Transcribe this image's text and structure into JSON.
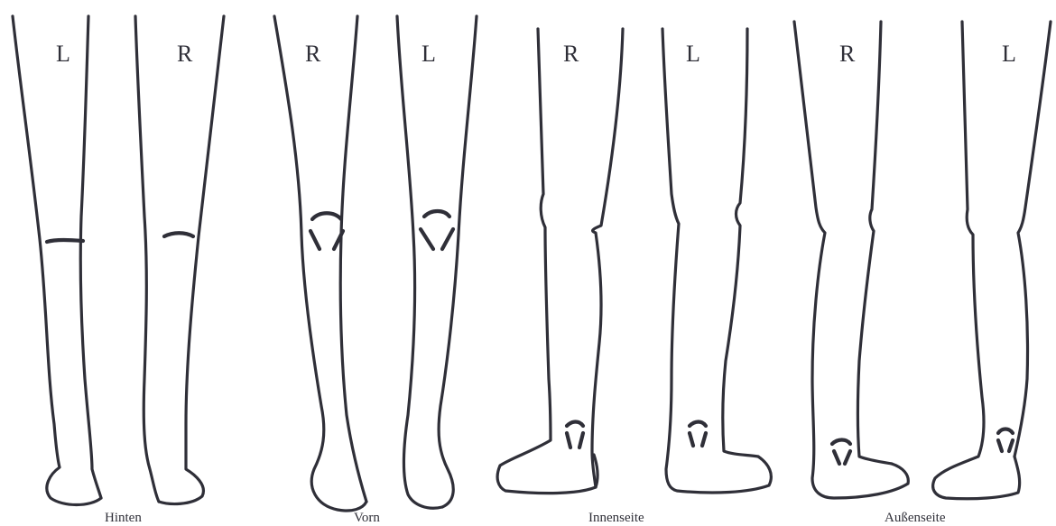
{
  "views": [
    {
      "caption": "Hinten",
      "left_label": "L",
      "right_label": "R"
    },
    {
      "caption": "Vorn",
      "left_label": "R",
      "right_label": "L"
    },
    {
      "caption": "Innenseite",
      "left_label": "R",
      "right_label": "L"
    },
    {
      "caption": "Außenseite",
      "left_label": "R",
      "right_label": "L"
    }
  ],
  "colors": {
    "line": "#2f2f38",
    "background": "#ffffff"
  }
}
